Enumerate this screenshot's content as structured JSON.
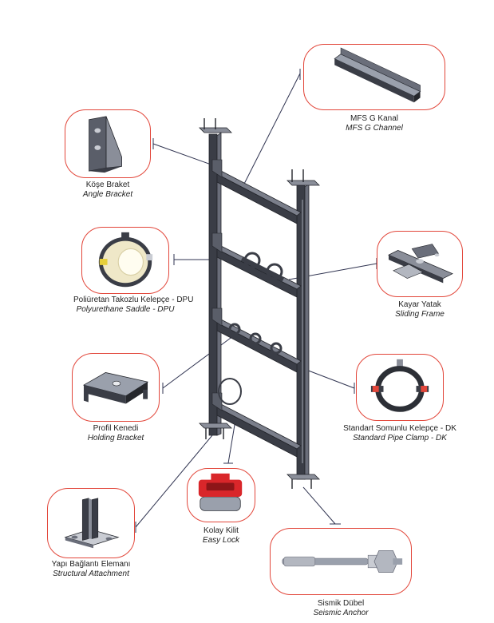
{
  "components": [
    {
      "id": "mfs-g-channel",
      "tr": "MFS G Kanal",
      "en": "MFS G Channel"
    },
    {
      "id": "angle-bracket",
      "tr": "Köşe Braket",
      "en": "Angle Bracket"
    },
    {
      "id": "polyurethane-saddle",
      "tr": "Poliüretan Takozlu Kelepçe - DPU",
      "en": "Polyurethane Saddle - DPU"
    },
    {
      "id": "sliding-frame",
      "tr": "Kayar Yatak",
      "en": "Sliding Frame"
    },
    {
      "id": "holding-bracket",
      "tr": "Profil Kenedi",
      "en": "Holding Bracket"
    },
    {
      "id": "standard-pipe-clamp",
      "tr": "Standart Somunlu Kelepçe - DK",
      "en": "Standard Pipe Clamp - DK"
    },
    {
      "id": "easy-lock",
      "tr": "Kolay Kilit",
      "en": "Easy Lock"
    },
    {
      "id": "structural-attachment",
      "tr": "Yapı Bağlantı Elemanı",
      "en": "Structural Attachment"
    },
    {
      "id": "seismic-anchor",
      "tr": "Sismik Dübel",
      "en": "Seismic Anchor"
    }
  ],
  "colors": {
    "accent": "#e2463a",
    "steel": "#3a3d46",
    "leader": "#2f3350"
  }
}
